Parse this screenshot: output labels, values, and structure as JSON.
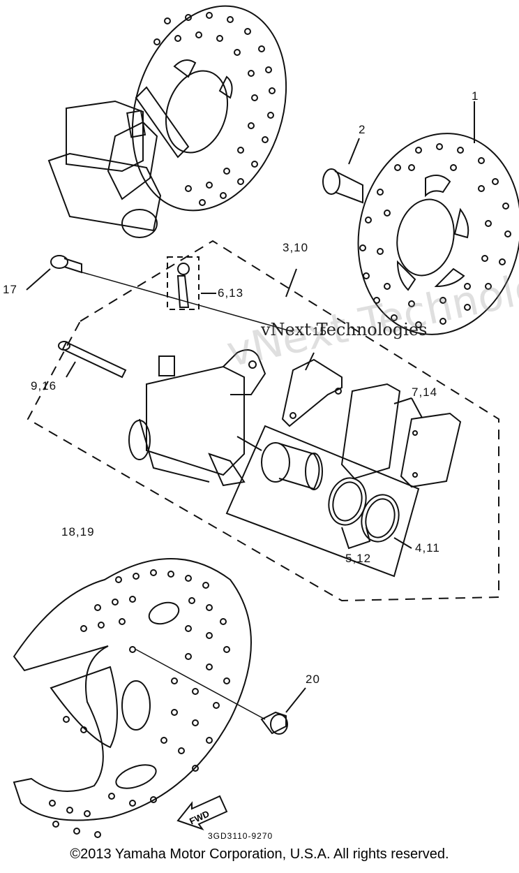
{
  "labels": {
    "l1": "1",
    "l2": "2",
    "l3_10": "3,10",
    "l17": "17",
    "l6_13": "6,13",
    "l9_16": "9,16",
    "l15": "15",
    "l7_14": "7,14",
    "l18_19": "18,19",
    "l4_11": "4,11",
    "l5_12": "5,12",
    "l20": "20"
  },
  "fwd": "FWD",
  "part_code": "3GD3110-9270",
  "watermark_small": "vNext Technologies",
  "watermark_large": "vNext Technologies",
  "copyright": "©2013 Yamaha Motor Corporation, U.S.A. All rights reserved."
}
